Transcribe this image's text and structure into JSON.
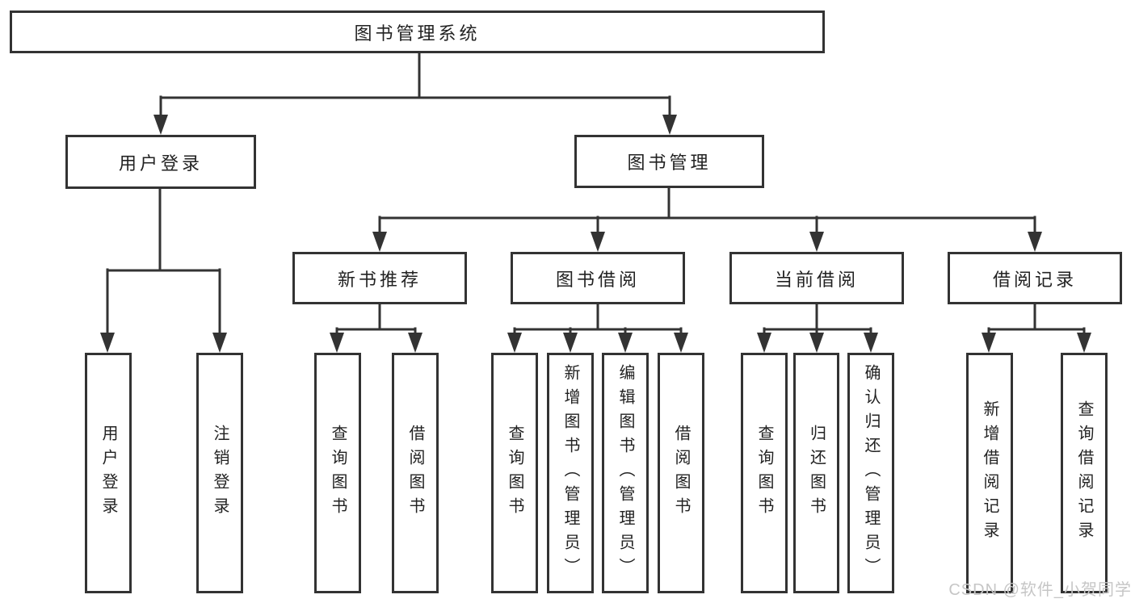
{
  "diagram": {
    "root": {
      "label": "图书管理系统"
    },
    "level2": [
      {
        "label": "用户登录"
      },
      {
        "label": "图书管理"
      }
    ],
    "level3": [
      {
        "label": "新书推荐"
      },
      {
        "label": "图书借阅"
      },
      {
        "label": "当前借阅"
      },
      {
        "label": "借阅记录"
      }
    ],
    "leaves": {
      "login": [
        "用户登录",
        "注销登录"
      ],
      "recommend": [
        "查询图书",
        "借阅图书"
      ],
      "borrow": [
        "查询图书",
        "新增图书（管理员）",
        "编辑图书（管理员）",
        "借阅图书"
      ],
      "current": [
        "查询图书",
        "归还图书",
        "确认归还（管理员）"
      ],
      "records": [
        "新增借阅记录",
        "查询借阅记录"
      ]
    },
    "watermark": "CSDN @软件_小贺同学",
    "colors": {
      "line": "#333333",
      "text": "#222222",
      "bg": "#ffffff",
      "watermark": "#c6c6c6"
    }
  }
}
